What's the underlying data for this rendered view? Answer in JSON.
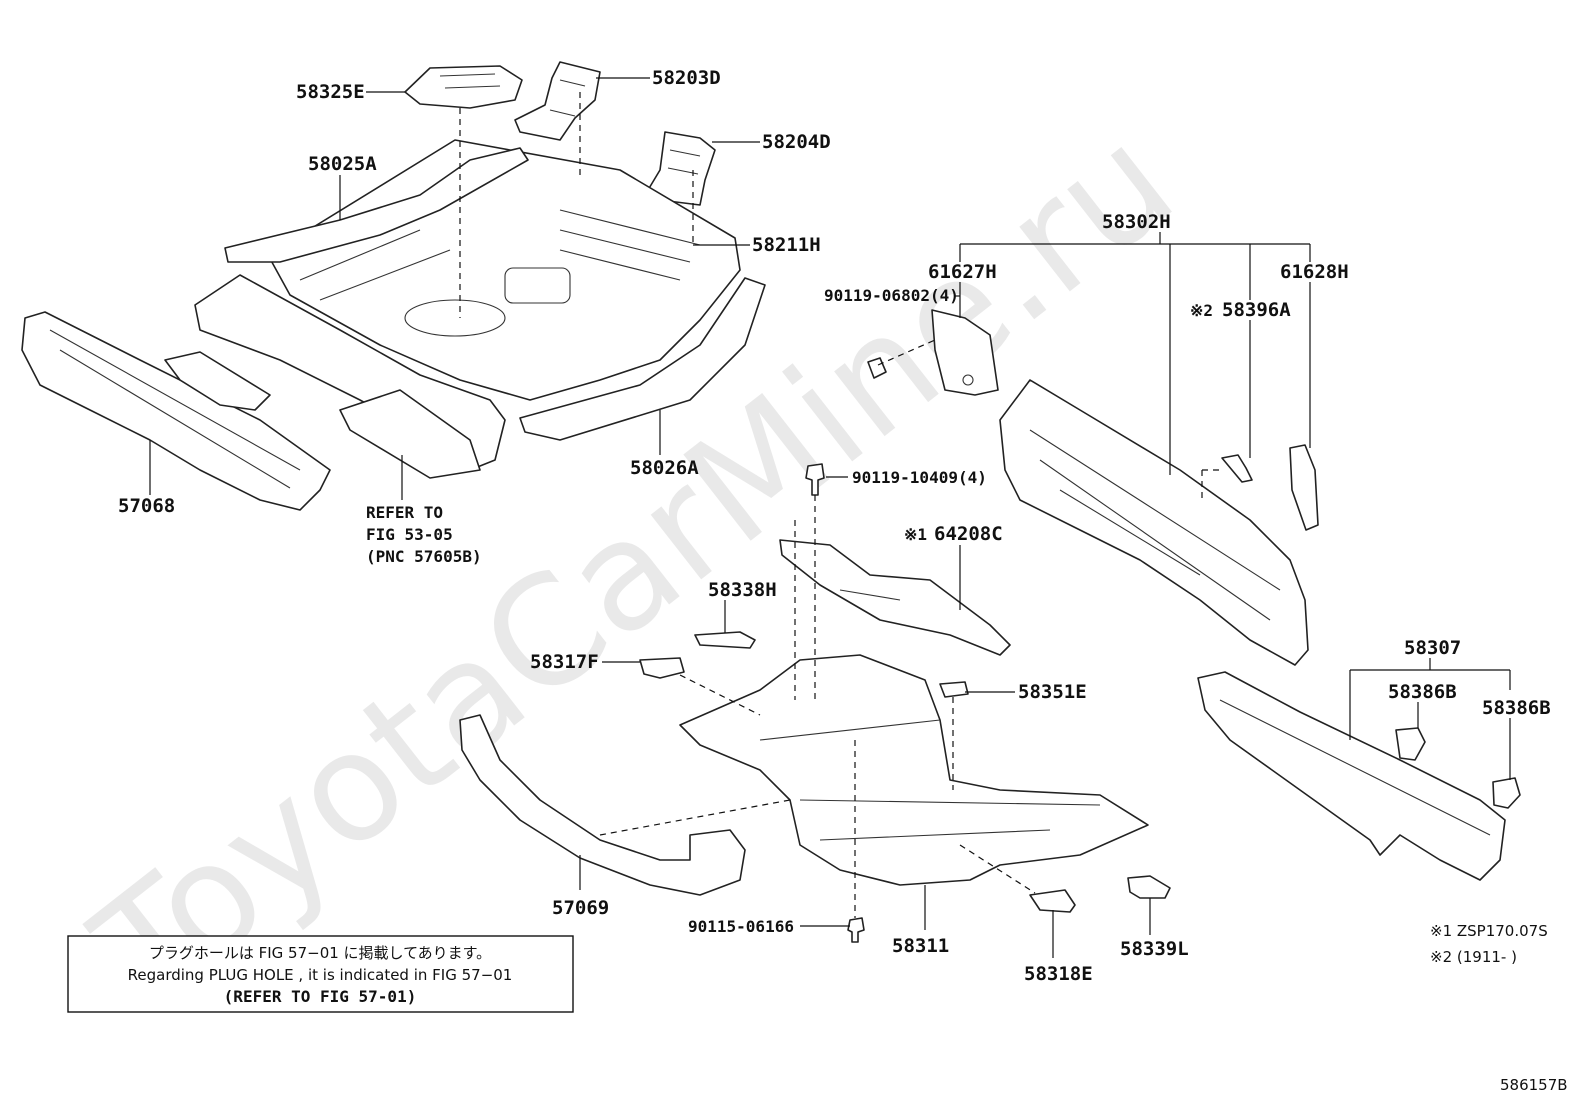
{
  "watermark": "ToyotaCarMine.ru",
  "figure_code": "586157B",
  "labels": {
    "p58325E": "58325E",
    "p58203D": "58203D",
    "p58204D": "58204D",
    "p58025A": "58025A",
    "p58211H": "58211H",
    "p58026A": "58026A",
    "p57068": "57068",
    "p58302H": "58302H",
    "p61627H": "61627H",
    "p61628H": "61628H",
    "p90119_06802": "90119-06802(4)",
    "p58396A": "58396A",
    "p90119_10409": "90119-10409(4)",
    "p64208C": "64208C",
    "p58338H": "58338H",
    "p58317F": "58317F",
    "p58351E": "58351E",
    "p58307": "58307",
    "p58386B_a": "58386B",
    "p58386B_b": "58386B",
    "p57069": "57069",
    "p90115_06166": "90115-06166",
    "p58311": "58311",
    "p58318E": "58318E",
    "p58339L": "58339L"
  },
  "marks": {
    "m1": "※1",
    "m2": "※2"
  },
  "refer": {
    "line1": "REFER TO",
    "line2": "FIG 53-05",
    "line3": "(PNC 57605B)"
  },
  "footnotes": {
    "n1": "※1 ZSP170.07S",
    "n2": "※2 (1911-      )"
  },
  "notice": {
    "line1": "プラグホールは FIG 57−01 に掲載してあります。",
    "line2": "Regarding  PLUG  HOLE , it is indicated in FIG  57−01",
    "line3": "(REFER TO FIG 57-01)"
  }
}
